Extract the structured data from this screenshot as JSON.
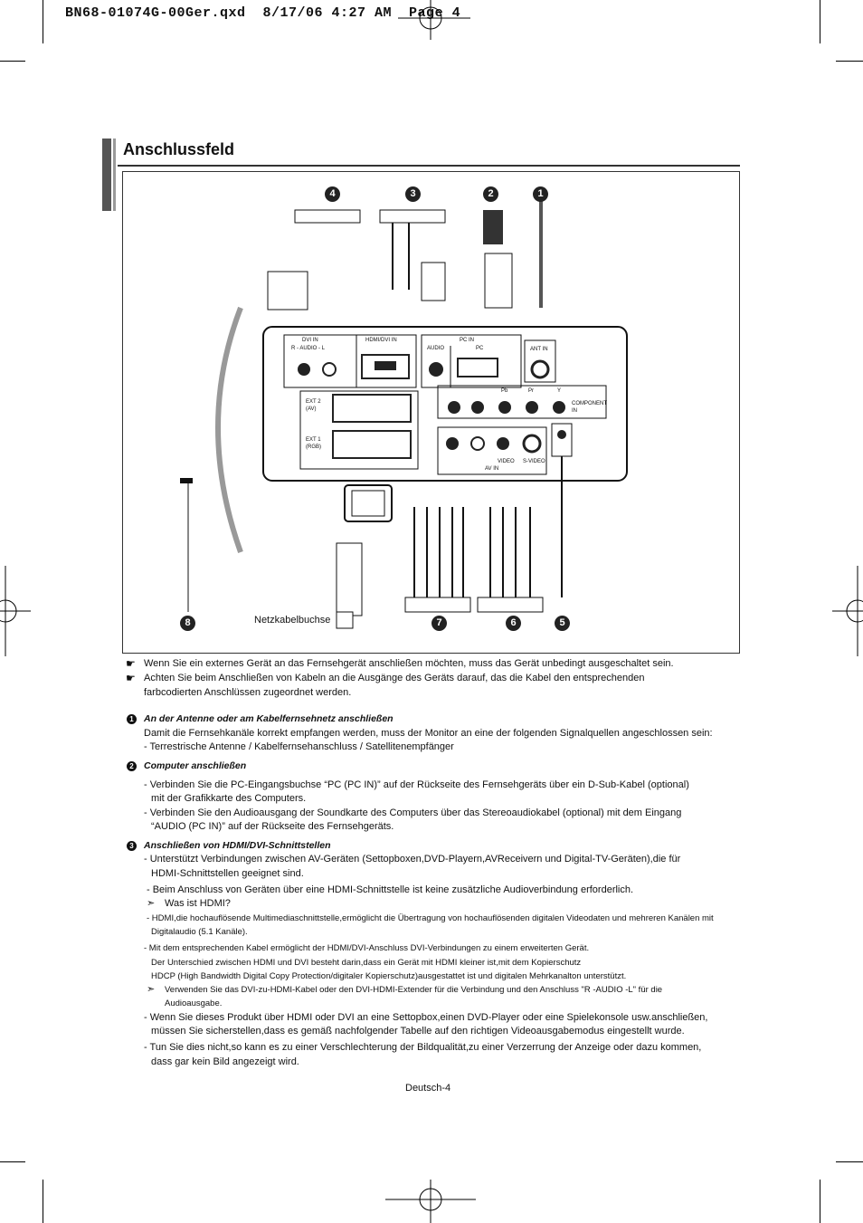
{
  "print_header": "BN68-01074G-00Ger.qxd  8/17/06 4:27 AM  Page 4",
  "section_title": "Anschlussfeld",
  "diagram": {
    "badges": [
      "1",
      "2",
      "3",
      "4",
      "5",
      "6",
      "7",
      "8"
    ],
    "panel_labels": {
      "dvi_in": "DVI IN",
      "audio_lr": "R - AUDIO - L",
      "hdmi_dvi_in": "HDMI/DVI IN",
      "pc_in": "PC IN",
      "audio": "AUDIO",
      "pc": "PC",
      "ant_in": "ANT IN",
      "ext2": "EXT 2 (AV)",
      "ext1": "EXT 1 (RGB)",
      "component_in": "COMPONENT IN",
      "pb": "Pb",
      "pr": "Pr",
      "y": "Y",
      "video": "VIDEO",
      "svideo": "S-VIDEO",
      "av_in": "AV IN"
    },
    "power_socket_label": "Netzkabelbuchse"
  },
  "notes": [
    "Wenn Sie ein externes Gerät an das Fernsehgerät anschließen möchten, muss das Gerät unbedingt ausgeschaltet sein.",
    "Achten Sie beim Anschließen von Kabeln an die Ausgänge des Geräts darauf, das die Kabel den entsprechenden",
    "farbcodierten Anschlüssen zugeordnet werden."
  ],
  "sections": {
    "s1": {
      "num": "1",
      "heading": "An der Antenne oder am Kabelfernsehnetz anschließen",
      "l1": "Damit die Fernsehkanäle korrekt empfangen werden, muss der Monitor an eine der folgenden Signalquellen angeschlossen sein:",
      "l2": "-  Terrestrische Antenne / Kabelfernsehanschluss / Satellitenempfänger"
    },
    "s2": {
      "num": "2",
      "heading": "Computer anschließen",
      "l1": "-  Verbinden Sie die PC-Eingangsbuchse “PC (PC IN)” auf der Rückseite des Fernsehgeräts über ein D-Sub-Kabel (optional)",
      "l2": "mit der Grafikkarte des Computers.",
      "l3": "-  Verbinden Sie den Audioausgang der Soundkarte des Computers über das Stereoaudiokabel (optional) mit dem Eingang",
      "l4": "“AUDIO (PC IN)” auf der Rückseite des Fernsehgeräts."
    },
    "s3": {
      "num": "3",
      "heading": "Anschließen von HDMI/DVI-Schnittstellen",
      "l1": "-  Unterstützt Verbindungen zwischen AV-Geräten (Settopboxen,DVD-Playern,AVReceivern und Digital-TV-Geräten),die für",
      "l2": "HDMI-Schnittstellen geeignet sind.",
      "l3": "- Beim Anschluss von Geräten über eine HDMI-Schnittstelle ist keine zusätzliche Audioverbindung erforderlich.",
      "l4": "Was ist HDMI?",
      "l5": "- HDMI,die hochauflösende Multimediaschnittstelle,ermöglicht die Übertragung von hochauflösenden digitalen Videodaten und mehreren Kanälen mit",
      "l6": "Digitalaudio (5.1 Kanäle).",
      "l7": "- Mit dem entsprechenden Kabel ermöglicht der HDMI/DVI-Anschluss DVI-Verbindungen zu einem erweiterten Gerät.",
      "l8": "Der Unterschied zwischen HDMI und DVI besteht darin,dass ein Gerät mit HDMI kleiner ist,mit dem Kopierschutz",
      "l9": "HDCP (High Bandwidth Digital Copy Protection/digitaler Kopierschutz)ausgestattet ist und digitalen Mehrkanalton unterstützt.",
      "l10": "Verwenden Sie das DVI-zu-HDMI-Kabel oder den DVI-HDMI-Extender für die Verbindung und den Anschluss \"R -AUDIO -L\" für die",
      "l11": "Audioausgabe.",
      "l12": "-  Wenn Sie dieses Produkt über HDMI oder DVI an eine Settopbox,einen DVD-Player oder eine Spielekonsole usw.anschließen,",
      "l13": "müssen Sie sicherstellen,dass es gemäß nachfolgender Tabelle auf den richtigen Videoausgabemodus eingestellt wurde.",
      "l14": "-  Tun Sie dies nicht,so kann es zu einer Verschlechterung der Bildqualität,zu einer Verzerrung der Anzeige oder dazu kommen,",
      "l15": "dass gar kein Bild angezeigt wird."
    }
  },
  "footer": "Deutsch-4"
}
